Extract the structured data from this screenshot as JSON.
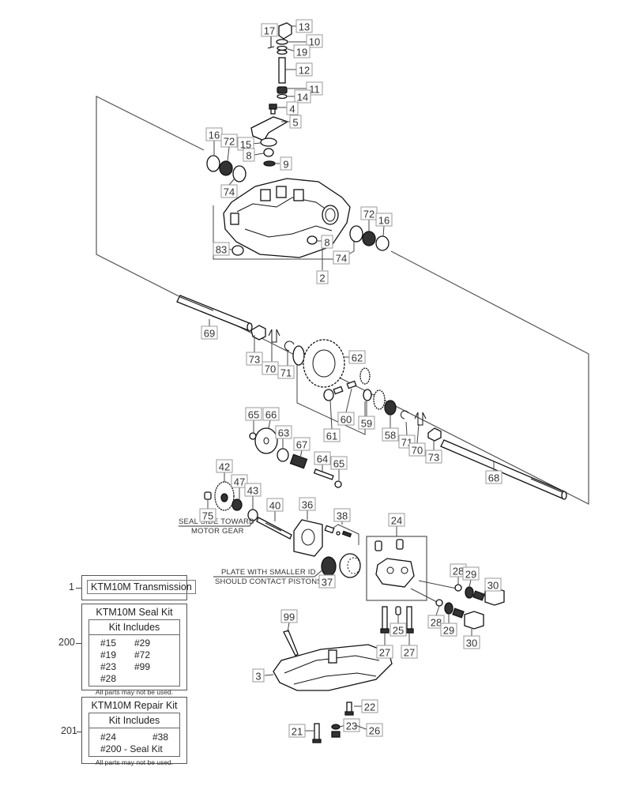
{
  "diagram": {
    "title": "KTM10M Transmission exploded parts diagram",
    "callouts": [
      {
        "id": "13",
        "label": "13"
      },
      {
        "id": "17",
        "label": "17"
      },
      {
        "id": "10",
        "label": "10"
      },
      {
        "id": "19",
        "label": "19"
      },
      {
        "id": "12",
        "label": "12"
      },
      {
        "id": "11",
        "label": "11"
      },
      {
        "id": "14",
        "label": "14"
      },
      {
        "id": "4",
        "label": "4"
      },
      {
        "id": "5",
        "label": "5"
      },
      {
        "id": "16a",
        "label": "16"
      },
      {
        "id": "72a",
        "label": "72"
      },
      {
        "id": "15",
        "label": "15"
      },
      {
        "id": "8a",
        "label": "8"
      },
      {
        "id": "9",
        "label": "9"
      },
      {
        "id": "74a",
        "label": "74"
      },
      {
        "id": "72b",
        "label": "72"
      },
      {
        "id": "16b",
        "label": "16"
      },
      {
        "id": "83",
        "label": "83"
      },
      {
        "id": "8b",
        "label": "8"
      },
      {
        "id": "74b",
        "label": "74"
      },
      {
        "id": "2",
        "label": "2"
      },
      {
        "id": "69",
        "label": "69"
      },
      {
        "id": "62",
        "label": "62"
      },
      {
        "id": "73a",
        "label": "73"
      },
      {
        "id": "70a",
        "label": "70"
      },
      {
        "id": "71a",
        "label": "71"
      },
      {
        "id": "60",
        "label": "60"
      },
      {
        "id": "59",
        "label": "59"
      },
      {
        "id": "61",
        "label": "61"
      },
      {
        "id": "58",
        "label": "58"
      },
      {
        "id": "71b",
        "label": "71"
      },
      {
        "id": "70b",
        "label": "70"
      },
      {
        "id": "73b",
        "label": "73"
      },
      {
        "id": "65a",
        "label": "65"
      },
      {
        "id": "66",
        "label": "66"
      },
      {
        "id": "63",
        "label": "63"
      },
      {
        "id": "67",
        "label": "67"
      },
      {
        "id": "64",
        "label": "64"
      },
      {
        "id": "65b",
        "label": "65"
      },
      {
        "id": "68",
        "label": "68"
      },
      {
        "id": "42",
        "label": "42"
      },
      {
        "id": "47",
        "label": "47"
      },
      {
        "id": "43",
        "label": "43"
      },
      {
        "id": "40",
        "label": "40"
      },
      {
        "id": "36",
        "label": "36"
      },
      {
        "id": "38",
        "label": "38"
      },
      {
        "id": "75",
        "label": "75"
      },
      {
        "id": "37",
        "label": "37"
      },
      {
        "id": "24",
        "label": "24"
      },
      {
        "id": "28a",
        "label": "28"
      },
      {
        "id": "29a",
        "label": "29"
      },
      {
        "id": "30a",
        "label": "30"
      },
      {
        "id": "28b",
        "label": "28"
      },
      {
        "id": "29b",
        "label": "29"
      },
      {
        "id": "30b",
        "label": "30"
      },
      {
        "id": "25",
        "label": "25"
      },
      {
        "id": "27a",
        "label": "27"
      },
      {
        "id": "27b",
        "label": "27"
      },
      {
        "id": "99",
        "label": "99"
      },
      {
        "id": "3",
        "label": "3"
      },
      {
        "id": "22",
        "label": "22"
      },
      {
        "id": "21",
        "label": "21"
      },
      {
        "id": "23",
        "label": "23"
      },
      {
        "id": "26",
        "label": "26"
      }
    ],
    "notes": {
      "seal_side_line1": "SEAL SIDE TOWARD",
      "seal_side_line2": "MOTOR GEAR",
      "plate_line1": "PLATE WITH SMALLER ID",
      "plate_line2": "SHOULD CONTACT PISTONS."
    }
  },
  "legend": {
    "transmission": {
      "ref": "1",
      "label": "KTM10M Transmission"
    },
    "seal_kit": {
      "ref": "200",
      "title": "KTM10M Seal Kit",
      "subtitle": "Kit Includes",
      "items": [
        "#15",
        "#29",
        "#19",
        "#72",
        "#23",
        "#99",
        "#28",
        ""
      ],
      "footnote": "All parts may not be used."
    },
    "repair_kit": {
      "ref": "201",
      "title": "KTM10M Repair Kit",
      "subtitle": "Kit Includes",
      "items": [
        "#24",
        "#38"
      ],
      "extra_item": "#200 - Seal Kit",
      "footnote": "All parts may not be used."
    }
  }
}
